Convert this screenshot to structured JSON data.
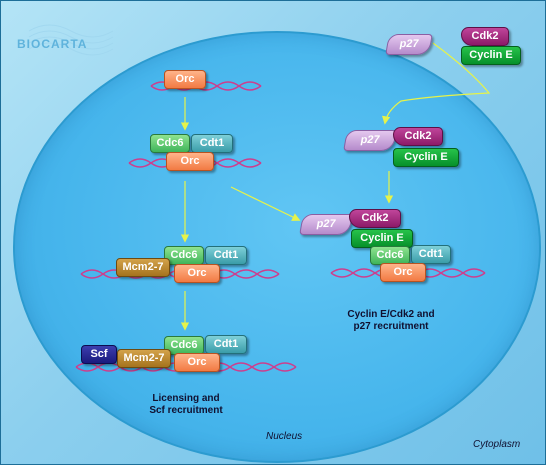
{
  "logo": {
    "text": "BIOCARTA"
  },
  "labels": {
    "nucleus": "Nucleus",
    "cytoplasm": "Cytoplasm",
    "licensing_line1": "Licensing and",
    "licensing_line2": "Scf recruitment",
    "cyclin_line1": "Cyclin E/Cdk2 and",
    "cyclin_line2": "p27 recruitment"
  },
  "proteins": {
    "orc": "Orc",
    "cdc6": "Cdc6",
    "cdt1": "Cdt1",
    "mcm": "Mcm2-7",
    "scf": "Scf",
    "cdk2": "Cdk2",
    "cyclin_e": "Cyclin E",
    "p27": "p27"
  },
  "colors": {
    "dna": "#cc3f8e",
    "arrow": "#e6f34a",
    "nucleus_fill": "#4db8ee",
    "orc": "#f48a52",
    "cdc6": "#52c06a",
    "cdt1": "#4aa6b2",
    "mcm": "#b58228",
    "cyclin_e": "#13a43a",
    "cdk2": "#a12a7c",
    "scf": "#22228a",
    "p27": "#c9a6dc"
  }
}
